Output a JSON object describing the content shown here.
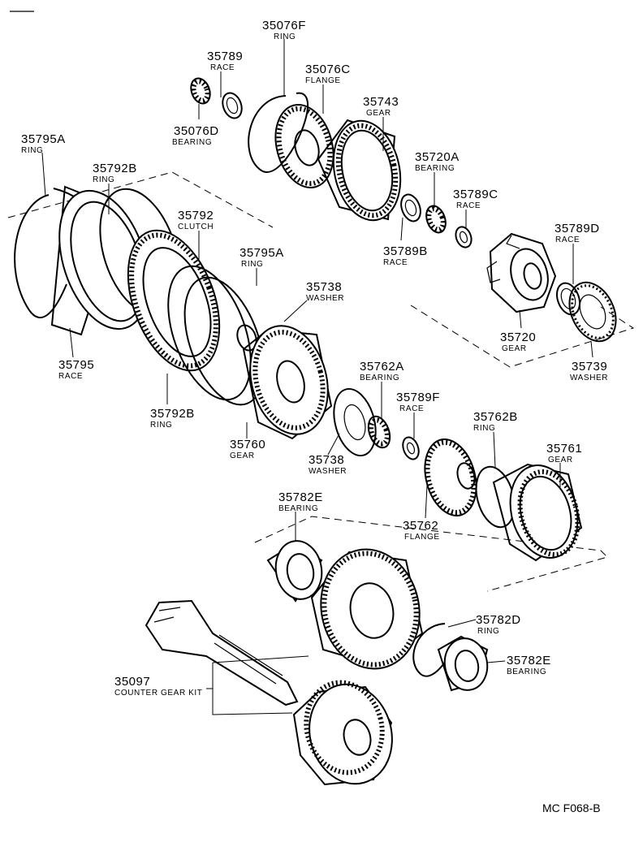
{
  "diagram_code": "MC  F068-B",
  "callouts": [
    {
      "id": "35076F",
      "name": "RING"
    },
    {
      "id": "35789",
      "name": "RACE"
    },
    {
      "id": "35076C",
      "name": "FLANGE"
    },
    {
      "id": "35076D",
      "name": "BEARING"
    },
    {
      "id": "35743",
      "name": "GEAR"
    },
    {
      "id": "35795A",
      "name": "RING"
    },
    {
      "id": "35792B",
      "name": "RING"
    },
    {
      "id": "35720A",
      "name": "BEARING"
    },
    {
      "id": "35789C",
      "name": "RACE"
    },
    {
      "id": "35792",
      "name": "CLUTCH"
    },
    {
      "id": "35789D",
      "name": "RACE"
    },
    {
      "id": "35795A",
      "name": "RING"
    },
    {
      "id": "35789B",
      "name": "RACE"
    },
    {
      "id": "35738",
      "name": "WASHER"
    },
    {
      "id": "35720",
      "name": "GEAR"
    },
    {
      "id": "35795",
      "name": "RACE"
    },
    {
      "id": "35739",
      "name": "WASHER"
    },
    {
      "id": "35762A",
      "name": "BEARING"
    },
    {
      "id": "35789F",
      "name": "RACE"
    },
    {
      "id": "35792B",
      "name": "RING"
    },
    {
      "id": "35762B",
      "name": "RING"
    },
    {
      "id": "35760",
      "name": "GEAR"
    },
    {
      "id": "35761",
      "name": "GEAR"
    },
    {
      "id": "35738",
      "name": "WASHER"
    },
    {
      "id": "35782E",
      "name": "BEARING"
    },
    {
      "id": "35762",
      "name": "FLANGE"
    },
    {
      "id": "35782D",
      "name": "RING"
    },
    {
      "id": "35782E",
      "name": "BEARING"
    },
    {
      "id": "35097",
      "name": "COUNTER GEAR KIT"
    }
  ]
}
